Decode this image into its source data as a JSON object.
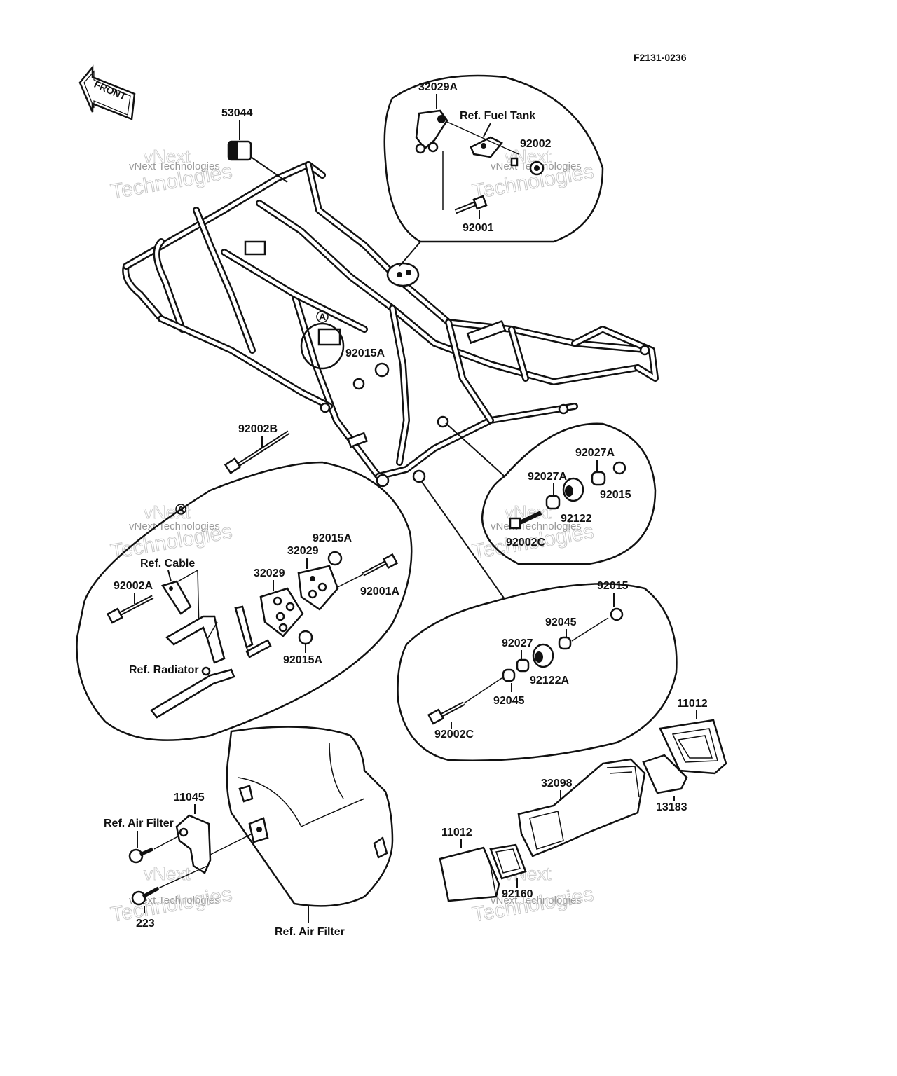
{
  "diagram_code": "F2131-0236",
  "front_arrow": "FRONT",
  "circle_marker": "A",
  "watermark": {
    "small": "vNext Technologies",
    "large": "Technologies",
    "top": "vNext"
  },
  "labels": {
    "p53044": "53044",
    "p32029A": "32029A",
    "ref_fuel_tank": "Ref. Fuel Tank",
    "p92002": "92002",
    "p92001": "92001",
    "p92015A_main": "92015A",
    "p92002B": "92002B",
    "p92027A_1": "92027A",
    "p92027A_2": "92027A",
    "p92015_a": "92015",
    "p92122": "92122",
    "p92002C_a": "92002C",
    "p92015A_b": "92015A",
    "p32029_a": "32029",
    "p32029_b": "32029",
    "ref_cable": "Ref. Cable",
    "p92002A": "92002A",
    "p92001A": "92001A",
    "p92015A_c": "92015A",
    "ref_radiator": "Ref. Radiator",
    "p92015_b": "92015",
    "p92045_a": "92045",
    "p92027": "92027",
    "p92122A": "92122A",
    "p92045_b": "92045",
    "p92002C_b": "92002C",
    "p11012_a": "11012",
    "p32098": "32098",
    "p13183": "13183",
    "p11045": "11045",
    "ref_air_filter_a": "Ref. Air Filter",
    "p11012_b": "11012",
    "p92160": "92160",
    "p223": "223",
    "ref_air_filter_b": "Ref. Air Filter"
  }
}
